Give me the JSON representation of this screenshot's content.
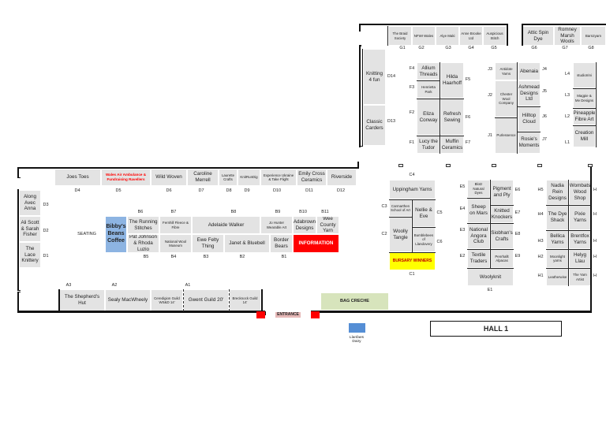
{
  "hall_title": "HALL 1",
  "stalls": {
    "g1": "The Braid Society",
    "g2": "NFWI Wales",
    "g3": "Alye Maki",
    "g4": "Anne Brooke Ltd",
    "g5": "Auspicious Stitch",
    "g6": "Attic Spin Dye",
    "g7": "Romney Marsh Wools",
    "g8": "Barn2yarn",
    "d14": "Knitting 4 fun",
    "d13": "Classic Carders",
    "f4": "Allium Threads",
    "f3": "Henrietta Park",
    "f5": "Hilda Haarhoff",
    "f2": "Eliza Conway",
    "f6": "Refresh Sewing",
    "f1": "Lucy the Tudor",
    "f7": "Muffin Ceramics",
    "j3": "Antidote Yarns",
    "j4": "Abenaia",
    "j2": "Chester Wool Company",
    "j5": "Ashmead Designs Ltd",
    "j6": "Hilltop Cloud",
    "j1": "Purlessence",
    "j7": "Rosie's Moments",
    "l4": "studioIrini",
    "l3": "Magpie & Me Designs",
    "l2": "Pineapple Fibre Art",
    "l1": "Creation Mill",
    "d4": "Joes Toes",
    "d5": "Wales Air Ambulance & Fundraising Ravellers",
    "d6": "Wild Woven",
    "d7": "Caroline Merrell",
    "d8": "Laurette Crafts",
    "d9": "KnitRunDig",
    "d10": "Experience Ukraine & Take Flight",
    "d11": "Emily Cross Ceramics",
    "d12": "Riverside",
    "d3": "Along Avec Anna",
    "d2": "Ali Scott & Sarah Fisher",
    "d1": "The Lace Knittery",
    "coffee": "Bibby's Beans Coffee",
    "b6": "The Running Stitches",
    "b7": "Fernhill Fleece & Fibre",
    "b8": "Adelaide Walker",
    "b9": "Jo Hunter Wearable Art",
    "b10": "Adabrown Designs",
    "b11": "Wee County Yarn",
    "b5": "Pat Johnson & Rhoda Luzio",
    "b4": "National Wool Museum",
    "b3": "Ewe Felty Thing",
    "b2": "Janet & Bluebell",
    "b1": "Border Bears",
    "info": "INFORMATION",
    "a3": "The Shepherd's Hut",
    "a2": "Sealy MacWheely",
    "a1c": "Ceredigion Guild WS&D 14'",
    "a1": "Gwent Guild 20'",
    "a1b": "Brecknock Guild 14'",
    "entrance": "ENTRANCE",
    "creche": "BAG CRECHE",
    "dairy": "",
    "c4": "Uppingham Yarns",
    "c3": "Carmarthen School of Art",
    "c5": "Nellie & Eve",
    "c2": "Woolly Tangle",
    "c6": "Bumblebees of Llandovery",
    "c1": "BURSARY WINNERS",
    "e5": "Blotz Natural Dyes",
    "e6": "Pigment and Ply",
    "e4": "Sheep on Mars",
    "e7": "Knitted Knockers",
    "e3": "National Angora Club",
    "e8": "Siobhan's Crafts",
    "e2": "Textile Traders",
    "e9": "Penrhallt Alpacas",
    "e1": "Woolyknit",
    "h5": "Nadia Rein Designs",
    "h5b": "Wombats Wood Shop",
    "h4": "The Dye Shack",
    "h4b": "Pixie Yarns",
    "h3": "Bellica Yarns",
    "h3b": "Brentfox Yarns",
    "h2": "Moonlight yarns",
    "h2b": "Helyg Llau",
    "h1": "Leatherwise",
    "h1b": "The Yarn Artist"
  },
  "labels": {
    "G1": "G1",
    "G2": "G2",
    "G3": "G3",
    "G4": "G4",
    "G5": "G5",
    "G6": "G6",
    "G7": "G7",
    "G8": "G8",
    "D14": "D14",
    "D13": "D13",
    "F1": "F1",
    "F2": "F2",
    "F3": "F3",
    "F4": "F4",
    "F5": "F5",
    "F6": "F6",
    "F7": "F7",
    "J1": "J1",
    "J2": "J2",
    "J3": "J3",
    "J4": "J4",
    "J5": "J5",
    "J6": "J6",
    "J7": "J7",
    "L1": "L1",
    "L2": "L2",
    "L3": "L3",
    "L4": "L4",
    "D1": "D1",
    "D2": "D2",
    "D3": "D3",
    "D4": "D4",
    "D5": "D5",
    "D6": "D6",
    "D7": "D7",
    "D8": "D8",
    "D9": "D9",
    "D10": "D10",
    "D11": "D11",
    "D12": "D12",
    "B1": "B1",
    "B2": "B2",
    "B3": "B3",
    "B4": "B4",
    "B5": "B5",
    "B6": "B6",
    "B7": "B7",
    "B8": "B8",
    "B9": "B9",
    "B10": "B10",
    "B11": "B11",
    "A1": "A1",
    "A2": "A2",
    "A3": "A3",
    "C1": "C1",
    "C2": "C2",
    "C3": "C3",
    "C4": "C4",
    "C5": "C5",
    "C6": "C6",
    "E1": "E1",
    "E2": "E2",
    "E3": "E3",
    "E4": "E4",
    "E5": "E5",
    "E6": "E6",
    "E7": "E7",
    "E8": "E8",
    "E9": "E9",
    "H1": "H1",
    "H2": "H2",
    "H3": "H3",
    "H4": "H4",
    "H5": "H5",
    "H1r": "H",
    "H2r": "H",
    "H3r": "H",
    "H4r": "H",
    "H5r": "H",
    "SEATING": "SEATING",
    "DAIRY": "Llanfaes Dairy"
  },
  "colors": {
    "coffee": "#8db4e2",
    "information": "#ff0000",
    "bursary": "#ffff00",
    "creche": "#d7e4bc",
    "entrance": "#e6b8b7",
    "stall": "#e3e3e3"
  }
}
